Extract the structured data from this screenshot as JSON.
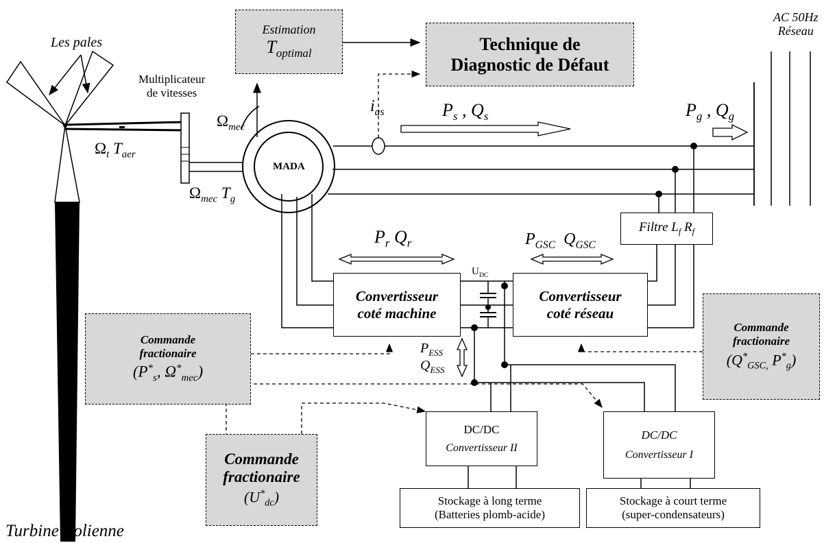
{
  "turbine": {
    "blades_label": "Les pales",
    "caption": "Turbine Eolienne"
  },
  "gearbox": {
    "line1": "Multiplicateur",
    "line2": "de vitesses"
  },
  "shaft": {
    "omega_t": "Ωt",
    "omega_t_sub": "t",
    "t_aer": "T",
    "t_aer_sub": "aer",
    "omega_mec_gen": "Ω",
    "omega_mec_gen_sub": "mec",
    "t_g": "T",
    "t_g_sub": "g",
    "omega_mec_top": "Ω",
    "omega_mec_top_sub": "mec"
  },
  "estimation": {
    "line1": "Estimation",
    "symbol": "T",
    "symbol_sub": "optimal"
  },
  "diagnostic": {
    "line1": "Technique de",
    "line2": "Diagnostic de Défaut"
  },
  "current_sensor": {
    "symbol": "i",
    "sub": "as"
  },
  "grid": {
    "line1": "AC 50Hz",
    "line2": "Réseau"
  },
  "generator": {
    "label": "MADA"
  },
  "power_flows": {
    "ps": "P",
    "ps_sub": "s",
    "qs": "Q",
    "qs_sub": "s",
    "pg": "P",
    "pg_sub": "g",
    "qg": "Q",
    "qg_sub": "g",
    "pr": "P",
    "pr_sub": "r",
    "qr": "Q",
    "qr_sub": "r",
    "pgsc": "P",
    "pgsc_sub": "GSC",
    "qgsc": "Q",
    "qgsc_sub": "GSC",
    "pess": "P",
    "pess_sub": "ESS",
    "qess": "Q",
    "qess_sub": "ESS",
    "udc": "U",
    "udc_sub": "DC"
  },
  "filter": {
    "label": "Filtre L",
    "lf_sub": "f",
    "rf": "R",
    "rf_sub": "f"
  },
  "machine_converter": {
    "line1": "Convertisseur",
    "line2": "coté machine"
  },
  "grid_converter": {
    "line1": "Convertisseur",
    "line2": "coté réseau"
  },
  "command_left": {
    "line1": "Commande",
    "line2": "fractionaire",
    "p": "P",
    "p_sub": "s",
    "omega": "Ω",
    "omega_sub": "mec"
  },
  "command_right": {
    "line1": "Commande",
    "line2": "fractionaire",
    "q": "Q",
    "q_sub": "GSC,",
    "p": "P",
    "p_sub": "g"
  },
  "command_bottom": {
    "line1": "Commande",
    "line2": "fractionaire",
    "u": "U",
    "u_sub": "dc"
  },
  "dcdc_2": {
    "line1": "DC/DC",
    "line2": "Convertisseur II"
  },
  "dcdc_1": {
    "line1": "DC/DC",
    "line2": "Convertisseur I"
  },
  "storage_long": {
    "line1": "Stockage à long terme",
    "line2": "(Batteries plomb-acide)"
  },
  "storage_short": {
    "line1": "Stockage à court terme",
    "line2": "(super-condensateurs)"
  }
}
